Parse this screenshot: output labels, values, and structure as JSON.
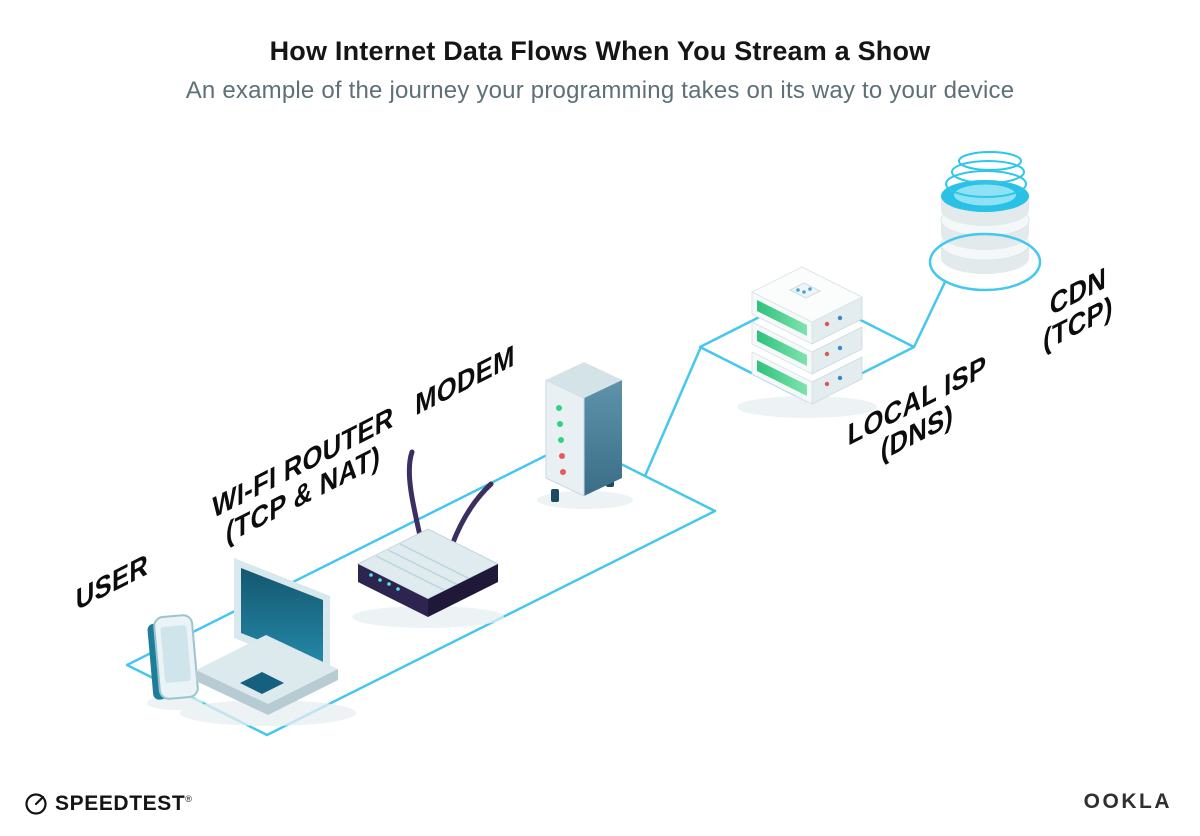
{
  "header": {
    "title": "How Internet Data Flows When You Stream a Show",
    "subtitle": "An example of the journey your programming takes on its way to your device"
  },
  "nodes": {
    "user": {
      "label": "USER"
    },
    "wifi_router": {
      "label": "WI-FI ROUTER",
      "sublabel": "(TCP & NAT)"
    },
    "modem": {
      "label": "MODEM"
    },
    "local_isp": {
      "label": "LOCAL ISP",
      "sublabel": "(DNS)"
    },
    "cdn": {
      "label": "CDN",
      "sublabel": "(TCP)"
    }
  },
  "footer": {
    "speedtest": "SPEEDTEST",
    "speedtest_mark": "®",
    "ookla": "OOKLA"
  },
  "colors": {
    "flow_path": "#45C7EF",
    "device_teal": "#19607F",
    "router_navy": "#2E2450",
    "led_green": "#35D07F",
    "led_red": "#E45B5B",
    "server_green": "#3ECF87",
    "cdn_aqua": "#2AC1E6"
  }
}
